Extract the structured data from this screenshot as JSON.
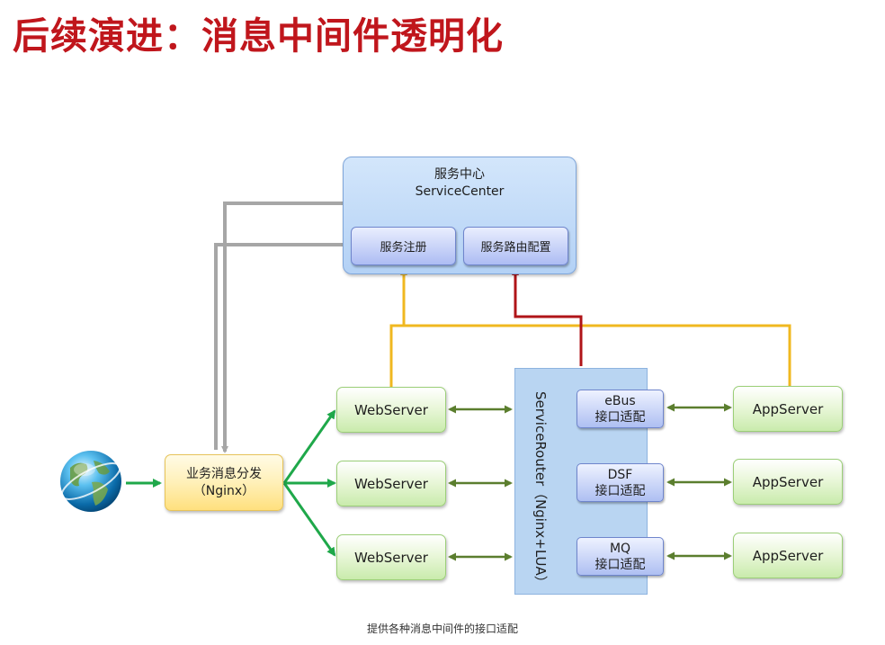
{
  "title": "后续演进：消息中间件透明化",
  "service_center": {
    "title_cn": "服务中心",
    "title_en": "ServiceCenter",
    "register_label": "服务注册",
    "route_config_label": "服务路由配置"
  },
  "dispatcher": {
    "line1": "业务消息分发",
    "line2": "（Nginx）"
  },
  "web_servers": [
    "WebServer",
    "WebServer",
    "WebServer"
  ],
  "router": {
    "label1": "ServiceRouter",
    "label2": "（Nginx+LUA）"
  },
  "adapters": [
    {
      "name": "eBus",
      "desc": "接口适配"
    },
    {
      "name": "DSF",
      "desc": "接口适配"
    },
    {
      "name": "MQ",
      "desc": "接口适配"
    }
  ],
  "app_servers": [
    "AppServer",
    "AppServer",
    "AppServer"
  ],
  "caption": "提供各种消息中间件的接口适配",
  "colors": {
    "title": "#c0161c",
    "gray_line": "#a6a6a6",
    "yellow_line": "#f0b820",
    "red_line": "#b01418",
    "green_arrow": "#1fa84a",
    "olive_arrow": "#5b7e2e"
  },
  "icons": {
    "client": "globe-icon"
  }
}
